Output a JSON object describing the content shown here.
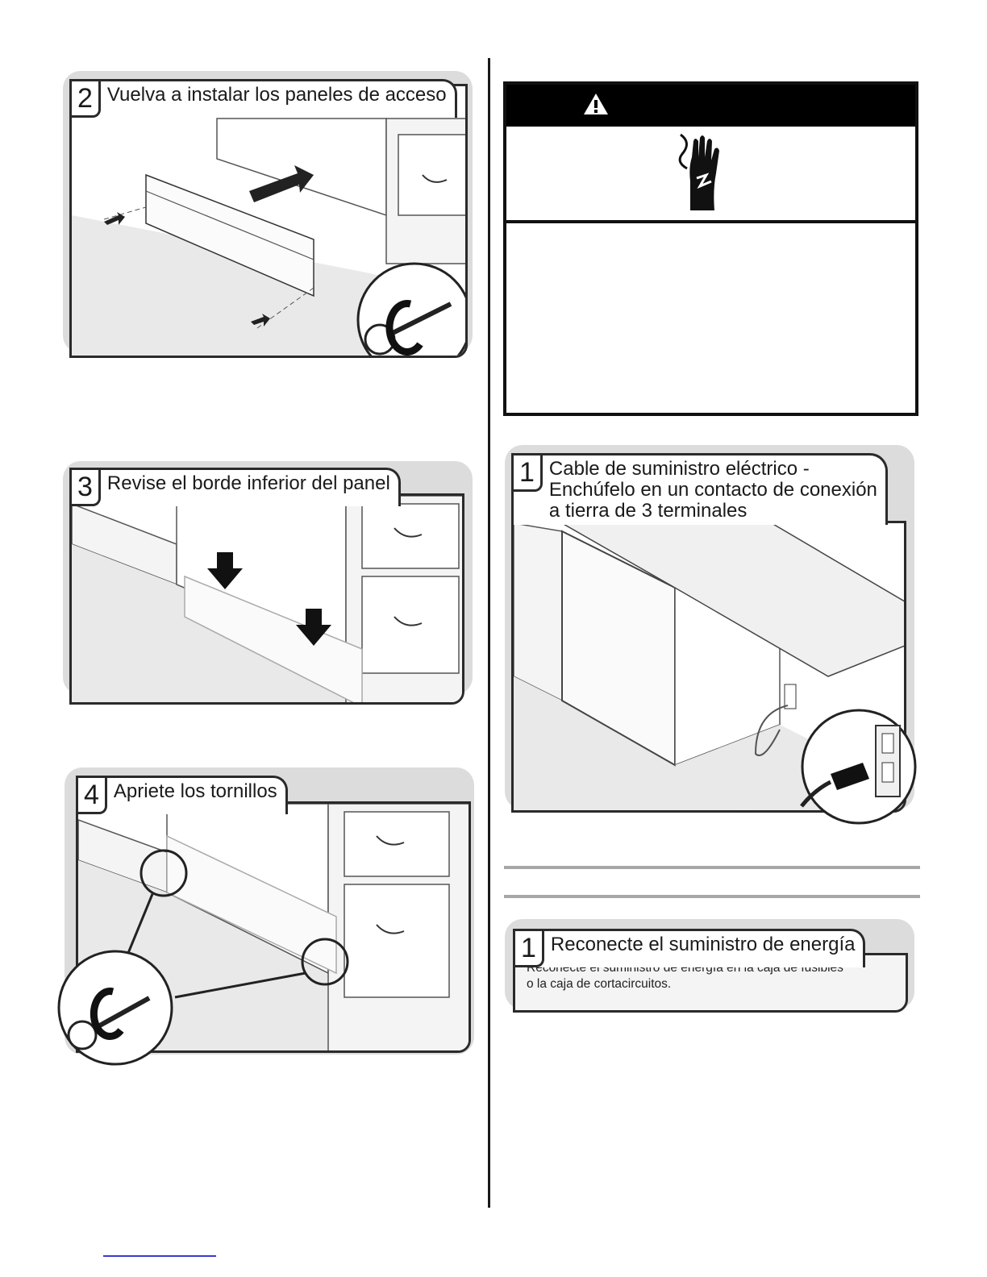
{
  "steps_left": [
    {
      "number": "2",
      "title": "Vuelva a instalar los paneles de acceso"
    },
    {
      "number": "3",
      "title": "Revise el borde inferior del panel"
    },
    {
      "number": "4",
      "title": "Apriete los tornillos"
    }
  ],
  "warning": {
    "header_icon": "warning-triangle-icon",
    "pictogram": "electrical-shock-hand-icon"
  },
  "steps_right": [
    {
      "number": "1",
      "title_lines": [
        "Cable de suministro eléctrico -",
        "Enchúfelo en un contacto de conexión",
        "a tierra de 3 terminales"
      ]
    },
    {
      "number": "1",
      "title": "Reconecte el suministro de energía",
      "text_lines": [
        "Reconecte el suministro de energía en la caja de fusibles",
        "o la caja de cortacircuitos."
      ]
    }
  ],
  "colors": {
    "frame": "#2a2a2a",
    "shadow": "#dcdcdc",
    "floor": "#e6e6e6",
    "rule": "#a7a7a7",
    "link": "#3a3ad6"
  }
}
